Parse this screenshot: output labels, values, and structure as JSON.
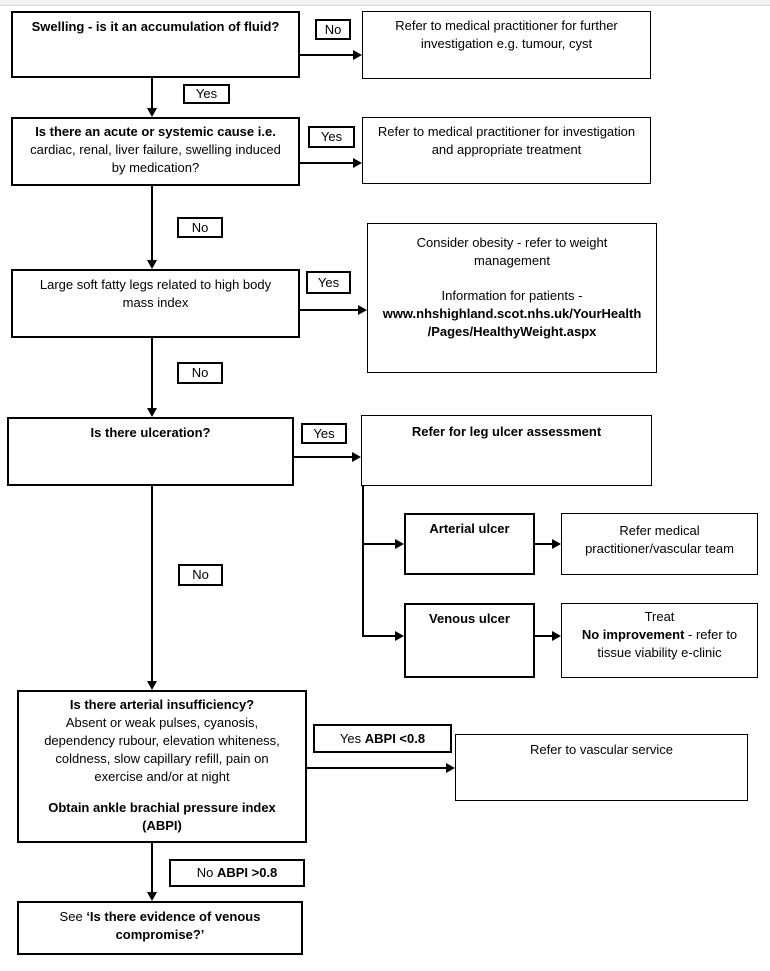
{
  "nodes": {
    "swelling": {
      "title": "Swelling - is it an accumulation of fluid?"
    },
    "refer_further": {
      "text": "Refer to medical practitioner for further\ninvestigation e.g. tumour, cyst"
    },
    "acute_cause": {
      "title": "Is there an acute or systemic cause i.e.",
      "body": "cardiac, renal, liver failure, swelling induced\nby medication?"
    },
    "refer_treatment": {
      "text": "Refer to medical practitioner for investigation\nand appropriate treatment"
    },
    "fatty_legs": {
      "text": "Large soft fatty legs related to high body\nmass index"
    },
    "obesity": {
      "line1": "Consider obesity - refer to weight\nmanagement",
      "line2": "Information for patients -",
      "url": "www.nhshighland.scot.nhs.uk/YourHealth\n/Pages/HealthyWeight.aspx"
    },
    "ulceration": {
      "title": "Is there ulceration?"
    },
    "leg_ulcer": {
      "title": "Refer for leg ulcer assessment"
    },
    "arterial_ulcer": {
      "title": "Arterial ulcer"
    },
    "refer_vascular_team": {
      "text": "Refer medical\npractitioner/vascular team"
    },
    "venous_ulcer": {
      "title": "Venous ulcer"
    },
    "treat": {
      "line1": "Treat",
      "bold": "No improvement",
      "rest": "- refer to",
      "line3": "tissue viability e-clinic"
    },
    "arterial_insufficiency": {
      "title": "Is there arterial insufficiency?",
      "body": "Absent or weak pulses, cyanosis,\ndependency rubour, elevation whiteness,\ncoldness, slow capillary refill, pain on\nexercise and/or at night",
      "footer": "Obtain ankle brachial pressure index\n(ABPI)"
    },
    "refer_vascular_service": {
      "text": "Refer to vascular service"
    },
    "venous_compromise": {
      "prefix": "See",
      "bold": "‘Is there evidence of venous compromise?’"
    }
  },
  "labels": {
    "no1": "No",
    "yes1": "Yes",
    "yes2": "Yes",
    "no2": "No",
    "yes3": "Yes",
    "no3": "No",
    "yes4": "Yes",
    "no4": "No",
    "yes_abpi_prefix": "Yes",
    "yes_abpi_bold": "ABPI <0.8",
    "no_abpi_prefix": "No",
    "no_abpi_bold": "ABPI >0.8"
  }
}
